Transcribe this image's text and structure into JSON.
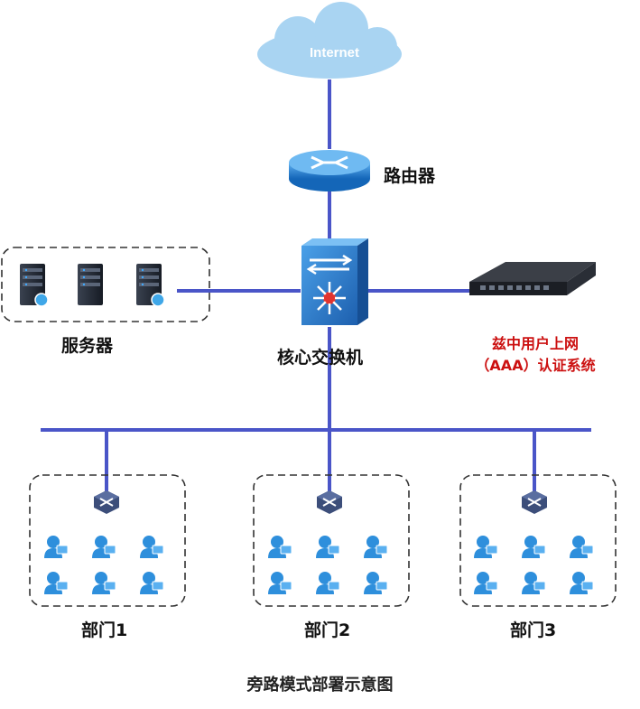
{
  "labels": {
    "internet": "Internet",
    "router": "路由器",
    "core_switch": "核心交换机",
    "servers": "服务器",
    "auth_line1": "兹中用户上网",
    "auth_line2": "（AAA）认证系统",
    "dept1": "部门1",
    "dept2": "部门2",
    "dept3": "部门3",
    "caption": "旁路模式部署示意图"
  },
  "colors": {
    "link": "#4a55c8",
    "cloud": "#a9d4f2",
    "router": "#1f7fd0",
    "switch": "#2b79c9",
    "access_switch": "#3c4e7a",
    "user": "#2e8fdc",
    "auth_text": "#cc1111",
    "dashed_border": "#333333"
  },
  "icons": {
    "cloud": "cloud-icon",
    "router": "router-icon",
    "core_switch": "layer3-switch-icon",
    "server": "server-icon",
    "auth_device": "rack-appliance-icon",
    "access_switch": "access-switch-icon",
    "user": "user-icon"
  },
  "groups": {
    "servers_count": 3,
    "users_per_department": 6
  }
}
